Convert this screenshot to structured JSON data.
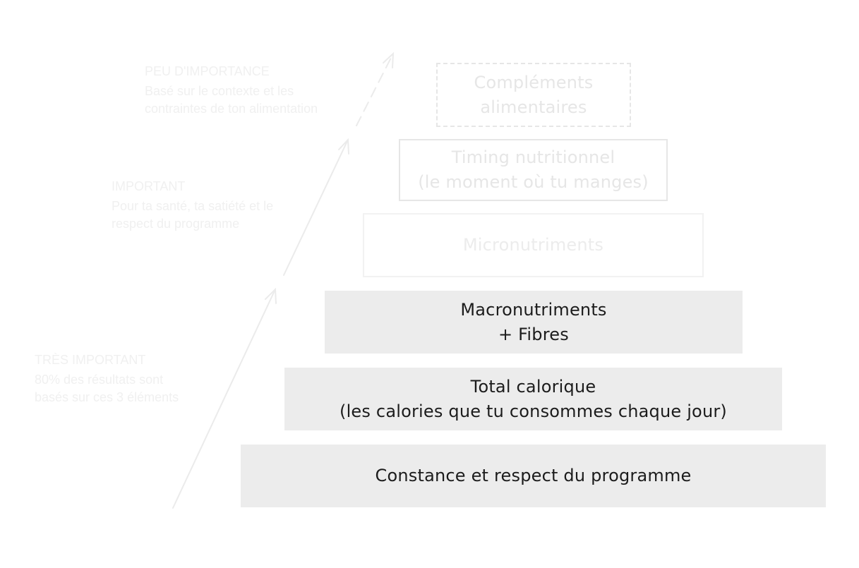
{
  "levels": [
    {
      "title": "PEU D'IMPORTANCE",
      "description": "Basé sur le contexte et les contraintes de ton alimentation"
    },
    {
      "title": "IMPORTANT",
      "description": "Pour ta santé, ta satiété et le respect du programme"
    },
    {
      "title": "TRÈS IMPORTANT",
      "description": "80% des résultats sont basés sur ces 3 éléments"
    }
  ],
  "pyramid": [
    {
      "text": "Compléments\nalimentaires"
    },
    {
      "text": "Timing nutritionnel\n(le moment où tu manges)"
    },
    {
      "text": "Micronutriments"
    },
    {
      "text": "Macronutriments\n+ Fibres"
    },
    {
      "text": "Total calorique\n(les calories que tu consommes chaque jour)"
    },
    {
      "text": "Constance et respect du programme"
    }
  ],
  "colors": {
    "filled_box": "#ececec",
    "dark_text": "#1c1c1c",
    "faint": "#e6e6e6",
    "arrow": "#ececec"
  }
}
